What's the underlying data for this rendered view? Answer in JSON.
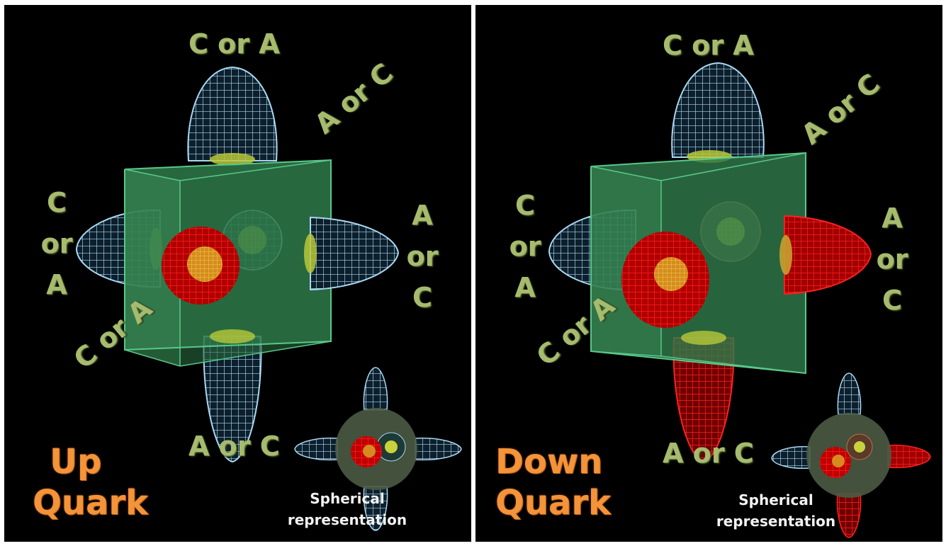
{
  "panels": [
    {
      "top_label": "C or A",
      "diag_right_label": "A or C",
      "left_label": [
        "C",
        "or",
        "A"
      ],
      "right_label": [
        "A",
        "or",
        "C"
      ],
      "diag_left_label": "C or A",
      "bottom_label": "A or C",
      "quark_line1": "Up",
      "quark_line2": "Quark",
      "spherical_line1": "Spherical",
      "spherical_line2": "representation"
    },
    {
      "top_label": "C or A",
      "diag_right_label": "A or C",
      "left_label": [
        "C",
        "or",
        "A"
      ],
      "right_label": [
        "A",
        "or",
        "C"
      ],
      "diag_left_label": "C or A",
      "bottom_label": "A or C",
      "quark_line1": "Down",
      "quark_line2": "Quark",
      "spherical_line1": "Spherical",
      "spherical_line2": "representation"
    }
  ],
  "colors": {
    "background": "#000000",
    "cube": "#2f7a4a",
    "cube_edge": "#58c98a",
    "mesh_blue": "#a9d8f2",
    "mesh_red": "#ff1a1a",
    "label_green": "#a7bb6e",
    "quark_orange": "#f3933a",
    "core_yellow": "#c8d23a"
  }
}
